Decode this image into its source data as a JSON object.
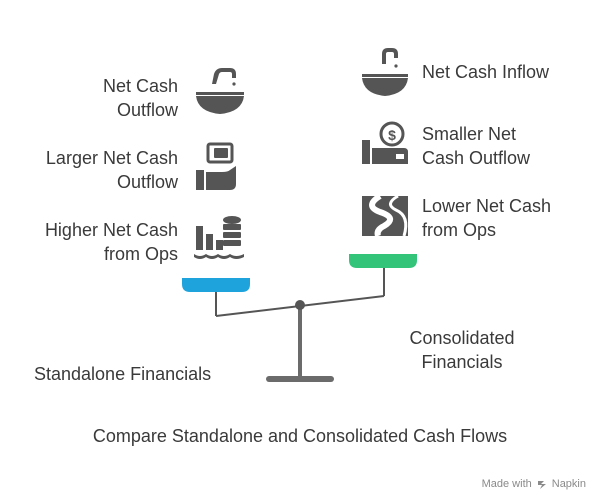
{
  "left_pan": {
    "label": "Standalone Financials",
    "items": [
      {
        "text": "Net Cash\nOutflow",
        "icon": "faucet-sink-icon"
      },
      {
        "text": "Larger Net Cash\nOutflow",
        "icon": "money-hand-icon"
      },
      {
        "text": "Higher Net Cash\nfrom Ops",
        "icon": "bar-chart-coins-icon"
      }
    ]
  },
  "right_pan": {
    "label": "Consolidated\nFinancials",
    "items": [
      {
        "text": "Net Cash Inflow",
        "icon": "faucet-bowl-icon"
      },
      {
        "text": "Smaller Net\nCash Outflow",
        "icon": "dollar-wallet-icon"
      },
      {
        "text": "Lower Net Cash\nfrom Ops",
        "icon": "winding-road-icon"
      }
    ]
  },
  "caption": "Compare Standalone and Consolidated Cash Flows",
  "footer": {
    "made_with": "Made with",
    "brand": "Napkin"
  },
  "colors": {
    "left_pan": "#1fa3dc",
    "right_pan": "#33c47a",
    "beam": "#555555",
    "icon": "#555555"
  }
}
